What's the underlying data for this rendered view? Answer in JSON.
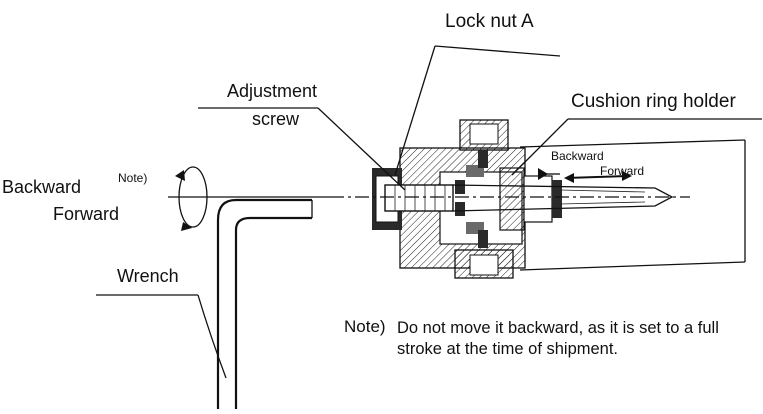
{
  "labels": {
    "lock_nut": "Lock nut A",
    "adjustment_1": "Adjustment",
    "adjustment_2": "screw",
    "cushion_holder": "Cushion ring holder",
    "backward_inner": "Backward",
    "forward_inner": "Forward",
    "backward": "Backward",
    "note_sup": "Note)",
    "forward": "Forward",
    "wrench": "Wrench"
  },
  "note": {
    "prefix": "Note)",
    "text": "Do not move it backward, as it is set to a full stroke at the time of shipment."
  }
}
